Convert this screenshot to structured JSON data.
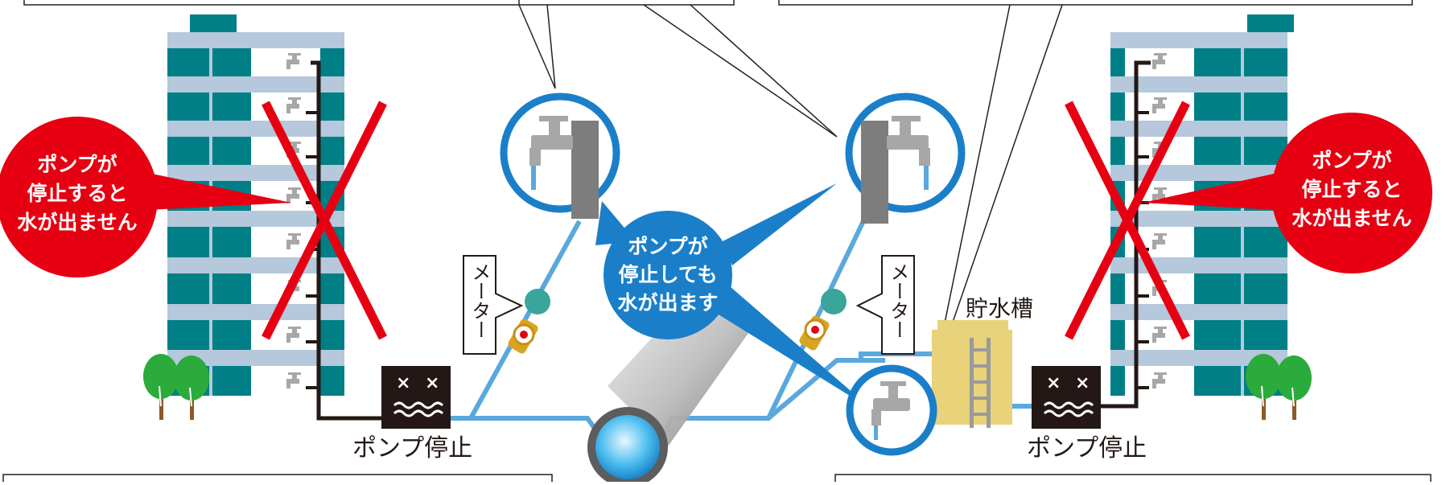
{
  "left_bubble": {
    "line1": "ポンプが",
    "line2": "停止すると",
    "line3": "水が出ません"
  },
  "right_bubble": {
    "line1": "ポンプが",
    "line2": "停止すると",
    "line3": "水が出ません"
  },
  "center_bubble": {
    "line1": "ポンプが",
    "line2": "停止しても",
    "line3": "水が出ます"
  },
  "meter_label": "メーター",
  "storage_tank_label": "貯水槽",
  "pump_stop_label": "ポンプ停止",
  "colors": {
    "building_teal": "#007f86",
    "building_floor": "#b5c8dc",
    "red": "#e60012",
    "blue": "#1a7fc8",
    "pipe_light_blue": "#5aa8dc",
    "meter_teal": "#3aa59a",
    "tank": "#e8d27a",
    "tree_green": "#2bab3b"
  }
}
